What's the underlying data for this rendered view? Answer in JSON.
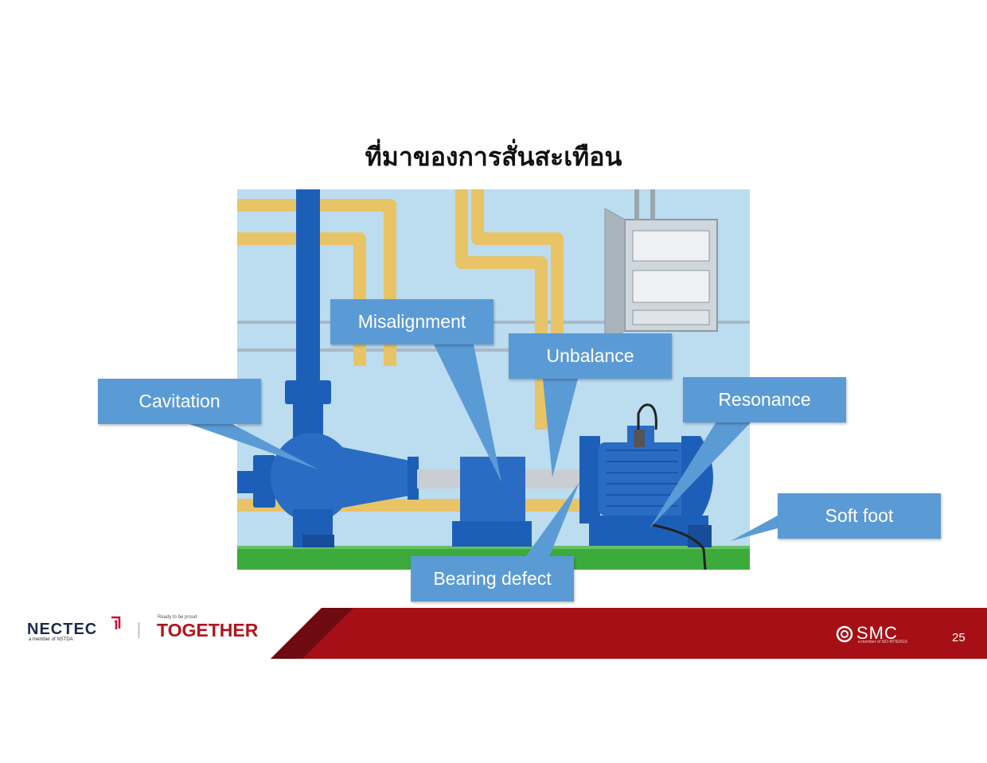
{
  "slide": {
    "title": "ที่มาของการสั่นสะเทือน",
    "page_number": "25"
  },
  "callouts": {
    "cavitation": "Cavitation",
    "misalignment": "Misalignment",
    "unbalance": "Unbalance",
    "resonance": "Resonance",
    "soft_foot": "Soft foot",
    "bearing_defect": "Bearing defect"
  },
  "footer": {
    "nectec_logo": "NECTEC",
    "nectec_tagline": "a member of NSTDA",
    "together_tagline": "Ready to be proud",
    "together_logo": "TOGETHER",
    "smc_logo": "SMC",
    "smc_tagline": "a member of ISO-INTERGS"
  },
  "colors": {
    "callout_fill": "#5b9bd5",
    "footer_red": "#a50f15",
    "footer_dark_red": "#6e0a12",
    "scene_background": "#bcdcf0",
    "floor_green": "#3cab3c",
    "pipe_blue": "#1d5fb8",
    "pipe_yellow": "#e8c466"
  },
  "icons": [
    "smc-ring-icon",
    "nectec-arrow-icon"
  ]
}
